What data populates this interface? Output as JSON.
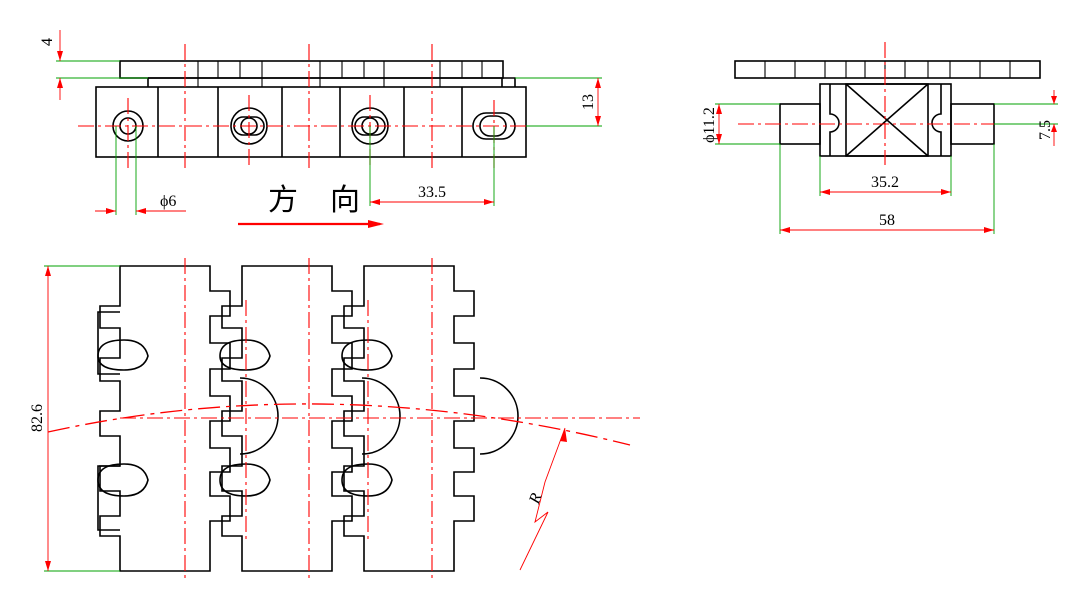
{
  "labels": {
    "flight_thickness": "4",
    "link_height": "13",
    "pin_dia": "ϕ6",
    "direction_char_1": "方",
    "direction_char_2": "向",
    "pitch": "33.5",
    "boss_dia": "ϕ11.2",
    "boss_offset": "7.5",
    "width_inner": "35.2",
    "width_outer": "58",
    "overall_length": "82.6",
    "radius": "R"
  },
  "colors": {
    "object_line": "#000000",
    "center_line": "#ff0000",
    "dimension_line": "#ff0000",
    "extension_line": "#00a000"
  }
}
